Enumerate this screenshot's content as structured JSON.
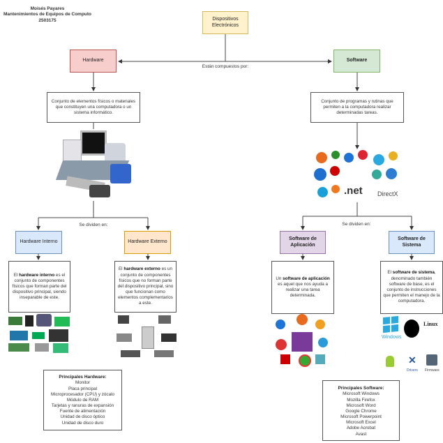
{
  "header": {
    "author": "Moisés Payares",
    "course": "Mantenimientos de Equipos de Computo",
    "code": "2503175"
  },
  "root": {
    "label": "Dispositivos Electrónicos"
  },
  "connector_main": "Están compuestos por:",
  "hardware": {
    "label": "Hardware",
    "description": "Conjunto de elementos físicos o materiales que constituyen una computadora o un sistema informático.",
    "divide_label": "Se dividen en:",
    "interno": {
      "label": "Hardware Interno",
      "desc_pre": "El ",
      "desc_bold": "hardware interno",
      "desc_post": " es el conjunto de componentes físicos que forman parte del dispositivo principal, siendo inseparable de este."
    },
    "externo": {
      "label": "Hardware Externo",
      "desc_pre": "El ",
      "desc_bold": "hardware externo",
      "desc_post": " es un conjunto de componentes físicos que no forman parte del dispositivo principal, sino que funcionan como elementos complementarios a este."
    },
    "list_title": "Principales Hardware:",
    "list": [
      "Monitor",
      "Placa principal",
      "Microprocesador (CPU) y zócalo",
      "Módulo de RAM",
      "Tarjetas y ranuras de expansión",
      "Fuente de alimentación",
      "Unidad de disco óptico",
      "Unidad de disco duro"
    ]
  },
  "software": {
    "label": "Software",
    "description": "Conjunto de programas y rutinas que permiten a la computadora realizar determinadas tareas.",
    "divide_label": "Se dividen en:",
    "image_labels": {
      "net": ".net",
      "directx": "DirectX"
    },
    "aplicacion": {
      "label": "Software de Aplicación",
      "desc_pre": "Un ",
      "desc_bold": "software de aplicación",
      "desc_post": " es aquel que nos ayuda a realizar una tarea determinada."
    },
    "sistema": {
      "label": "Software de Sistema",
      "desc_pre": "El ",
      "desc_bold": "software de sistema",
      "desc_post": ", denominado también software de base, es el conjunto de instrucciones que permiten el manejo de la computadora."
    },
    "system_image_labels": {
      "windows": "Windows",
      "linux": "Linux",
      "drivers": "Drivers",
      "firmware": "Firmware"
    },
    "list_title": "Principales Software:",
    "list": [
      "Microsoft Windows",
      "Mozilla Firefox",
      "Microsoft Word",
      "Google Chrome",
      "Microsoft Powerpoint",
      "Microsoft Excel",
      "Adobe Acrobat",
      "Avast"
    ]
  },
  "colors": {
    "root": "#fff2cc",
    "hardware": "#f8cecc",
    "software": "#d5e8d4",
    "hw_interno": "#dae8fc",
    "hw_externo": "#ffe6cc",
    "sw_aplicacion": "#e1d5e7",
    "sw_sistema": "#dae8fc"
  }
}
